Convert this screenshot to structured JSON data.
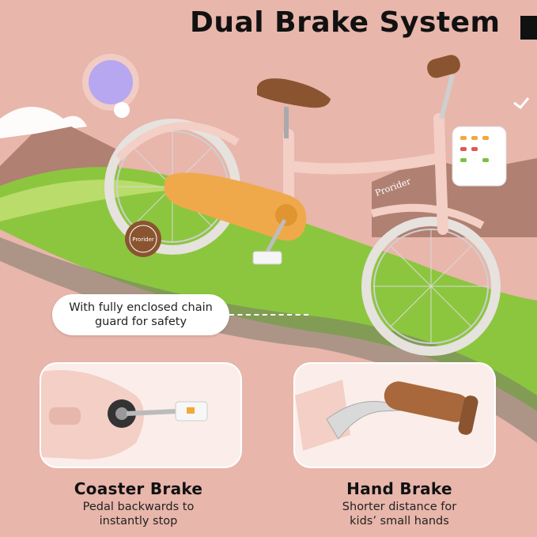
{
  "header": {
    "title": "Dual Brake System"
  },
  "bike": {
    "brand_label": "Prorider",
    "wheel_badge": "Prorider"
  },
  "callout": {
    "line1": "With fully enclosed chain",
    "line2": "guard for safety"
  },
  "features": [
    {
      "title": "Coaster Brake",
      "line1": "Pedal backwards to",
      "line2": "instantly stop"
    },
    {
      "title": "Hand Brake",
      "line1": "Shorter distance for",
      "line2": "kids’ small hands"
    }
  ],
  "colors": {
    "background": "#e8b6ab",
    "bike_frame": "#f3cfc6",
    "chain_guard": "#f0a94a",
    "saddle": "#8a5430",
    "grass": "#8cc63f",
    "tire": "#eeeeee"
  }
}
